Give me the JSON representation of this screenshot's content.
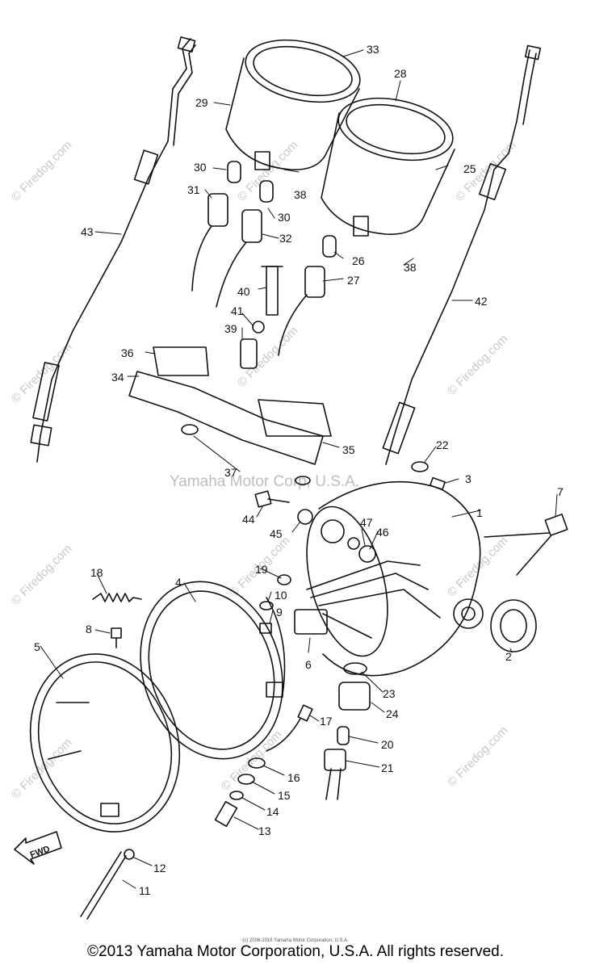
{
  "callouts": [
    {
      "id": "c1",
      "text": "1"
    },
    {
      "id": "c2",
      "text": "2"
    },
    {
      "id": "c3",
      "text": "3"
    },
    {
      "id": "c4",
      "text": "4"
    },
    {
      "id": "c5",
      "text": "5"
    },
    {
      "id": "c6",
      "text": "6"
    },
    {
      "id": "c7",
      "text": "7"
    },
    {
      "id": "c8",
      "text": "8"
    },
    {
      "id": "c9",
      "text": "9"
    },
    {
      "id": "c10",
      "text": "10"
    },
    {
      "id": "c11",
      "text": "11"
    },
    {
      "id": "c12",
      "text": "12"
    },
    {
      "id": "c13",
      "text": "13"
    },
    {
      "id": "c14",
      "text": "14"
    },
    {
      "id": "c15",
      "text": "15"
    },
    {
      "id": "c16",
      "text": "16"
    },
    {
      "id": "c17",
      "text": "17"
    },
    {
      "id": "c18",
      "text": "18"
    },
    {
      "id": "c19",
      "text": "19"
    },
    {
      "id": "c20",
      "text": "20"
    },
    {
      "id": "c21",
      "text": "21"
    },
    {
      "id": "c22",
      "text": "22"
    },
    {
      "id": "c23",
      "text": "23"
    },
    {
      "id": "c24",
      "text": "24"
    },
    {
      "id": "c25",
      "text": "25"
    },
    {
      "id": "c26",
      "text": "26"
    },
    {
      "id": "c27",
      "text": "27"
    },
    {
      "id": "c28",
      "text": "28"
    },
    {
      "id": "c29",
      "text": "29"
    },
    {
      "id": "c30a",
      "text": "30"
    },
    {
      "id": "c30b",
      "text": "30"
    },
    {
      "id": "c31",
      "text": "31"
    },
    {
      "id": "c32",
      "text": "32"
    },
    {
      "id": "c33",
      "text": "33"
    },
    {
      "id": "c34",
      "text": "34"
    },
    {
      "id": "c35",
      "text": "35"
    },
    {
      "id": "c36",
      "text": "36"
    },
    {
      "id": "c37",
      "text": "37"
    },
    {
      "id": "c38a",
      "text": "38"
    },
    {
      "id": "c38b",
      "text": "38"
    },
    {
      "id": "c39",
      "text": "39"
    },
    {
      "id": "c40",
      "text": "40"
    },
    {
      "id": "c41",
      "text": "41"
    },
    {
      "id": "c42",
      "text": "42"
    },
    {
      "id": "c43",
      "text": "43"
    },
    {
      "id": "c44",
      "text": "44"
    },
    {
      "id": "c45",
      "text": "45"
    },
    {
      "id": "c46",
      "text": "46"
    },
    {
      "id": "c47",
      "text": "47"
    }
  ],
  "fwd_label": "FWD",
  "watermark_site": "© Firedog.com",
  "watermark_center": "Yamaha Motor Corp, U.S.A.",
  "fine_print": "(c) 2006-2016 Yamaha Motor Corporation, U.S.A.",
  "copyright": "©2013 Yamaha Motor Corporation, U.S.A. All rights reserved."
}
